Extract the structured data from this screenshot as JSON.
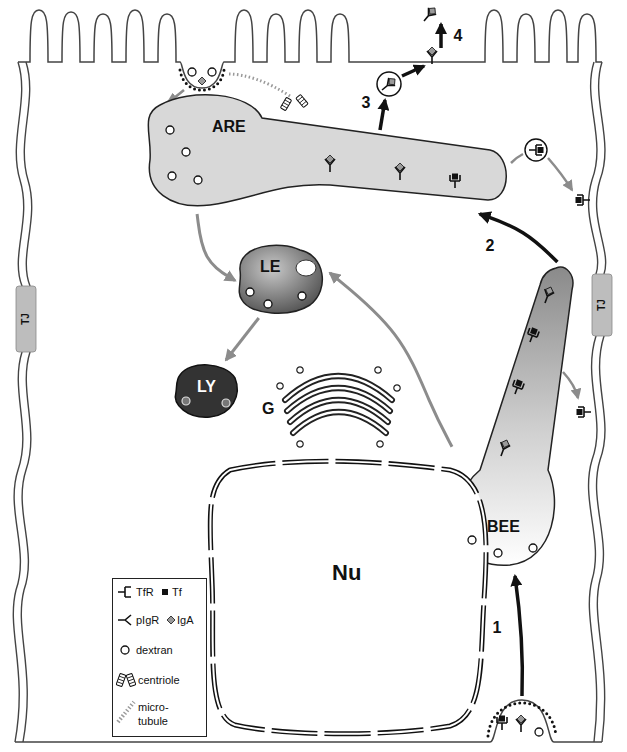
{
  "diagram": {
    "nodes": [
      {
        "text": [
          "ARE"
        ]
      },
      {
        "text": [
          "LE"
        ]
      },
      {
        "text": [
          "LY"
        ]
      },
      {
        "text": [
          "G"
        ]
      },
      {
        "text": [
          "BEE"
        ]
      },
      {
        "text": [
          "Nu"
        ]
      }
    ],
    "edges": [
      {
        "from": 4,
        "to": 0,
        "arrow": "to",
        "label": "2"
      },
      {
        "from": 4,
        "to": 1,
        "arrow": "to"
      },
      {
        "from": 0,
        "to": 1,
        "arrow": "to"
      },
      {
        "from": 1,
        "to": 2,
        "arrow": "to"
      }
    ],
    "labels": [
      "4",
      "3",
      "TJ",
      "TJ",
      "1"
    ],
    "legend": [
      {
        "text": "TfR"
      },
      {
        "text": "Tf"
      },
      {
        "text": "pIgR"
      },
      {
        "text": "IgA"
      },
      {
        "text": "dextran"
      },
      {
        "text": "centriole"
      },
      {
        "text": "micro- tubule"
      }
    ]
  }
}
